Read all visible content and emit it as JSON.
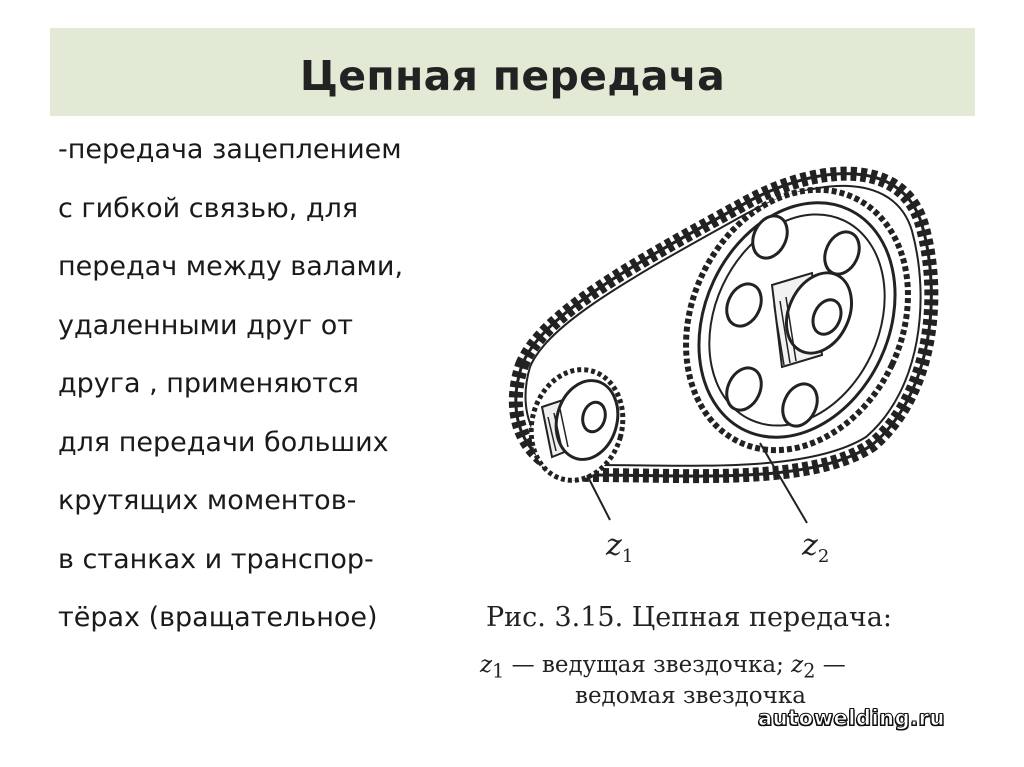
{
  "slide": {
    "title": "Цепная передача",
    "body_lines": [
      "-передача  зацеплением",
      "с гибкой связью, для",
      "передач между валами,",
      " удаленными друг от",
      "друга , применяются",
      " для передачи  больших",
      " крутящих  моментов-",
      "в станках и транспор-",
      "тёрах (вращательное)"
    ]
  },
  "figure": {
    "label_small": {
      "var": "z",
      "sub": "1"
    },
    "label_large": {
      "var": "z",
      "sub": "2"
    },
    "caption_title": "Рис. 3.15. Цепная передача:",
    "caption_line1": {
      "z1": "z",
      "z1_sub": "1",
      "text1": " — ведущая звездочка; ",
      "z2": "z",
      "z2_sub": "2",
      "text2": " —"
    },
    "caption_line2": "ведомая звездочка"
  },
  "watermark": "autowelding.ru"
}
